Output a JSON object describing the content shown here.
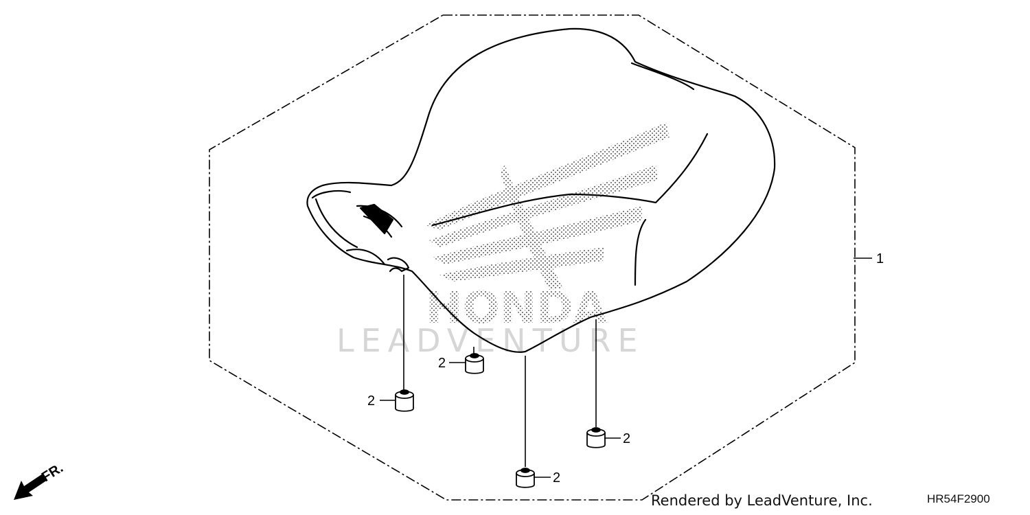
{
  "callouts": [
    {
      "id": "seat",
      "label": "1"
    },
    {
      "id": "rubber-a",
      "label": "2"
    },
    {
      "id": "rubber-b",
      "label": "2"
    },
    {
      "id": "rubber-c",
      "label": "2"
    },
    {
      "id": "rubber-d",
      "label": "2"
    }
  ],
  "front_marker": {
    "label": "FR.",
    "icon": "arrow-down-left-icon"
  },
  "footer": {
    "credit": "Rendered by LeadVenture, Inc.",
    "diagram_code": "HR54F2900"
  },
  "watermark": {
    "brand": "HONDA",
    "text": "LEADVENTURE"
  },
  "colors": {
    "line": "#000000",
    "watermark": "#d6d6d6",
    "dots": "#7a7a7a"
  }
}
